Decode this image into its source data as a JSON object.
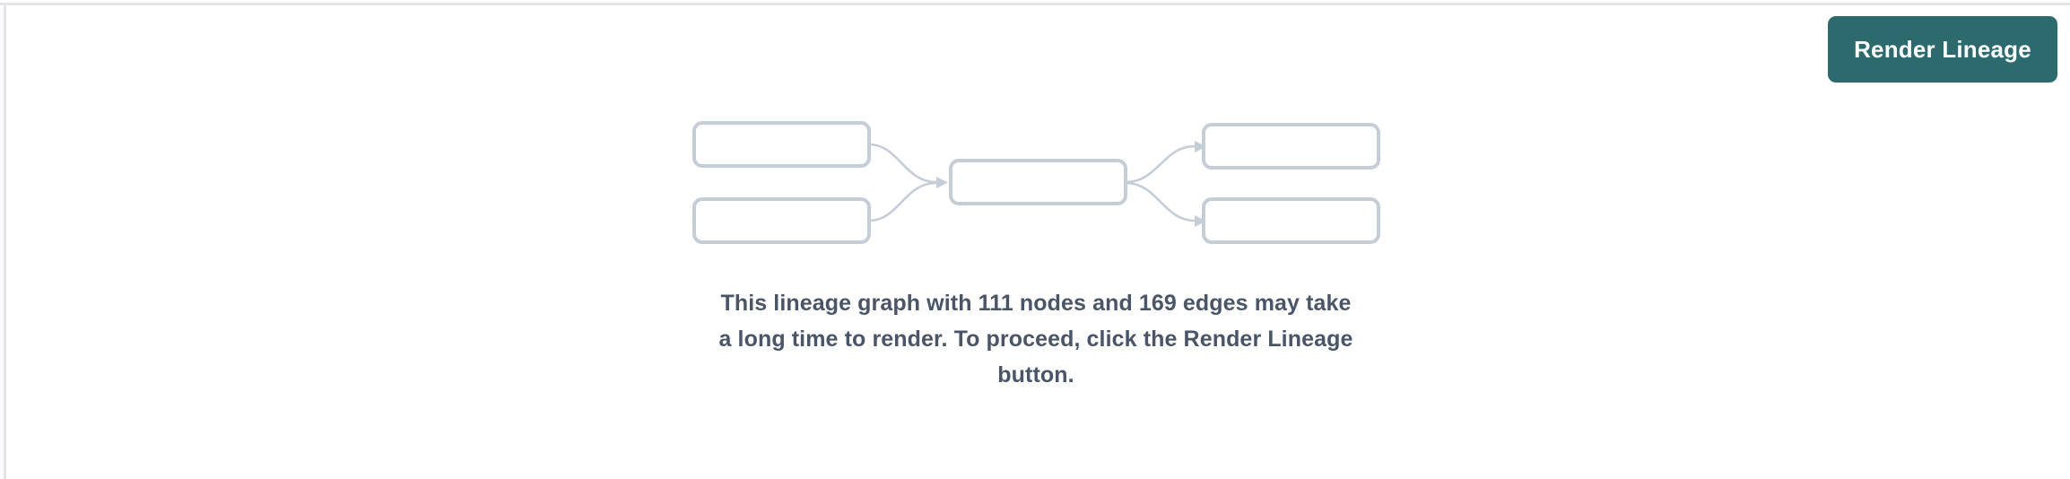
{
  "theme": {
    "background": "#ffffff",
    "chrome_border": "#e3e5e9",
    "accent": "#2d6a6e",
    "node_border": "#c5cdd6",
    "node_fill": "#ffffff",
    "edge_color": "#c5cdd6",
    "text_color": "#4a5568"
  },
  "toolbar": {
    "render_button_label": "Render Lineage"
  },
  "placeholder_graph": {
    "description": "skeleton lineage diagram with five empty node boxes",
    "nodes": [
      {
        "id": "left-top",
        "label": "",
        "column": "left",
        "row": "top"
      },
      {
        "id": "left-bottom",
        "label": "",
        "column": "left",
        "row": "bottom"
      },
      {
        "id": "center",
        "label": "",
        "column": "center",
        "row": "middle"
      },
      {
        "id": "right-top",
        "label": "",
        "column": "right",
        "row": "top"
      },
      {
        "id": "right-bottom",
        "label": "",
        "column": "right",
        "row": "bottom"
      }
    ],
    "edges": [
      {
        "from": "left-top",
        "to": "center"
      },
      {
        "from": "left-bottom",
        "to": "center"
      },
      {
        "from": "center",
        "to": "right-top"
      },
      {
        "from": "center",
        "to": "right-bottom"
      }
    ]
  },
  "message": {
    "node_count": "111",
    "edge_count": "169",
    "line1": "This lineage graph with 111 nodes and 169 edges may take",
    "line2": "a long time to render. To proceed, click the Render Lineage",
    "line3": "button."
  }
}
